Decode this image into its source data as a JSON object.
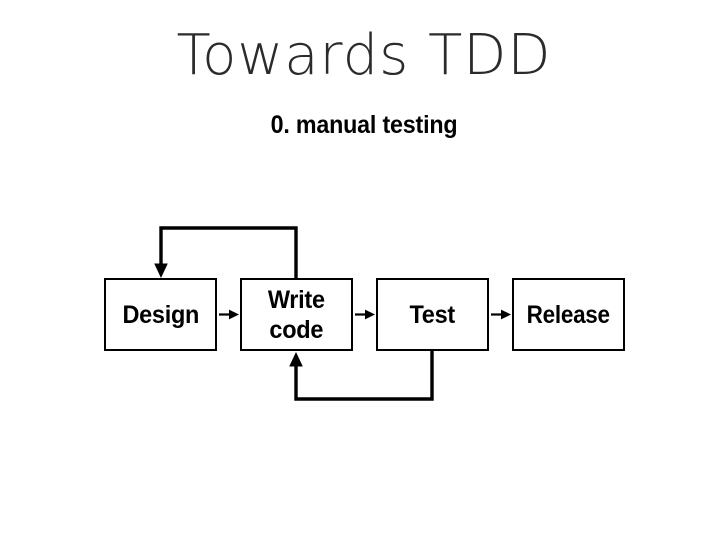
{
  "slide": {
    "title": "Towards TDD",
    "subtitle": "0. manual testing",
    "background_color": "#ffffff",
    "ink_color": "#000000",
    "title_color": "#2b2b2b"
  },
  "diagram": {
    "type": "flowchart",
    "orientation": "left-to-right",
    "nodes": [
      {
        "id": "design",
        "label": "Design"
      },
      {
        "id": "write",
        "label": "Write\ncode",
        "line1": "Write",
        "line2": "code"
      },
      {
        "id": "test",
        "label": "Test"
      },
      {
        "id": "release",
        "label": "Release"
      }
    ],
    "edges": [
      {
        "from": "design",
        "to": "write",
        "kind": "forward",
        "style": "straight-arrow"
      },
      {
        "from": "write",
        "to": "test",
        "kind": "forward",
        "style": "straight-arrow"
      },
      {
        "from": "test",
        "to": "release",
        "kind": "forward",
        "style": "straight-arrow"
      },
      {
        "from": "write",
        "to": "design",
        "kind": "feedback",
        "style": "orthogonal-over-top"
      },
      {
        "from": "test",
        "to": "write",
        "kind": "feedback",
        "style": "orthogonal-under-bottom"
      }
    ]
  }
}
